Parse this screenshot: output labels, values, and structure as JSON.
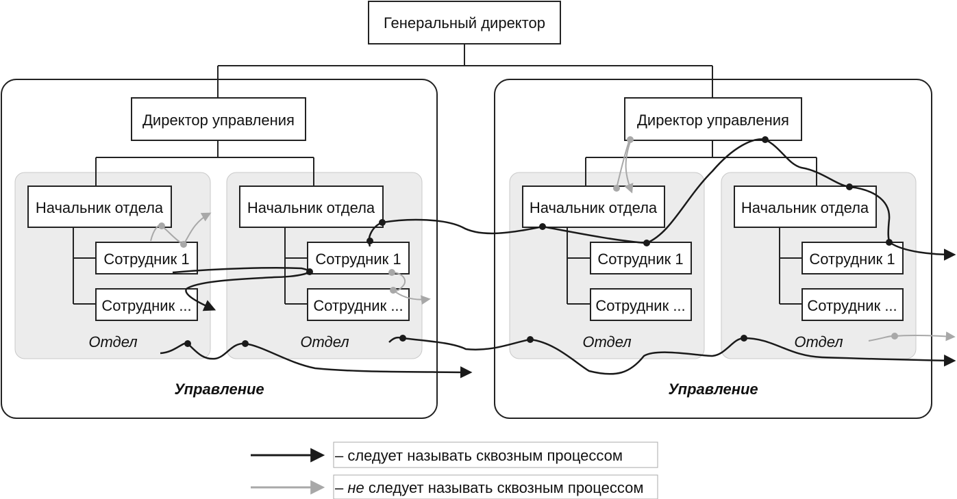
{
  "ceo": "Генеральный директор",
  "directorates": [
    {
      "director": "Директор управления",
      "label": "Управление",
      "departments": [
        {
          "head": "Начальник отдела",
          "employees": [
            "Сотрудник 1",
            "Сотрудник ..."
          ],
          "label": "Отдел"
        },
        {
          "head": "Начальник отдела",
          "employees": [
            "Сотрудник 1",
            "Сотрудник ..."
          ],
          "label": "Отдел"
        }
      ]
    },
    {
      "director": "Директор управления",
      "label": "Управление",
      "departments": [
        {
          "head": "Начальник отдела",
          "employees": [
            "Сотрудник 1",
            "Сотрудник ..."
          ],
          "label": "Отдел"
        },
        {
          "head": "Начальник отдела",
          "employees": [
            "Сотрудник 1",
            "Сотрудник ..."
          ],
          "label": "Отдел"
        }
      ]
    }
  ],
  "legend": {
    "end_to_end": "– следует называть сквозным процессом",
    "not_prefix": "– ",
    "not_word": "не",
    "not_suffix": " следует называть сквозным процессом"
  },
  "colors": {
    "process_line": "#1a1a1a",
    "non_process_line": "#a8a8a8",
    "department_fill": "#ececec",
    "border": "#222222"
  }
}
